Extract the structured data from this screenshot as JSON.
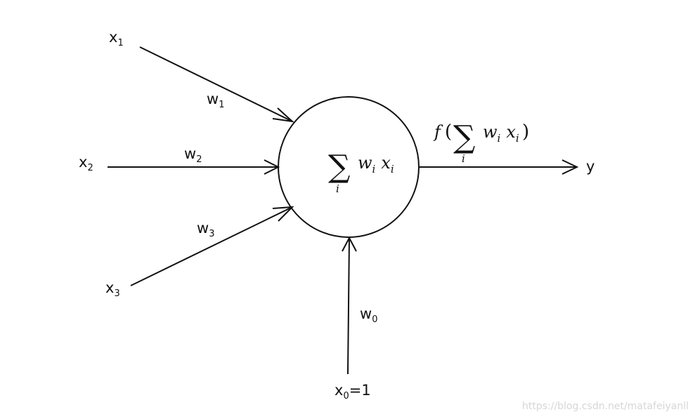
{
  "inputs": {
    "x1": {
      "base": "x",
      "sub": "1"
    },
    "x2": {
      "base": "x",
      "sub": "2"
    },
    "x3": {
      "base": "x",
      "sub": "3"
    },
    "x0": {
      "base": "x",
      "sub": "0",
      "suffix": "=1"
    }
  },
  "weights": {
    "w1": {
      "base": "w",
      "sub": "1"
    },
    "w2": {
      "base": "w",
      "sub": "2"
    },
    "w3": {
      "base": "w",
      "sub": "3"
    },
    "w0": {
      "base": "w",
      "sub": "0"
    }
  },
  "neuron": {
    "sum_symbol": "∑",
    "sum_index": "i",
    "w": "w",
    "w_sub": "i",
    "x": "x",
    "x_sub": "i"
  },
  "activation": {
    "f": "f",
    "open_paren": "(",
    "close_paren": ")",
    "sum_symbol": "∑",
    "sum_index": "i",
    "w": "w",
    "w_sub": "i",
    "x": "x",
    "x_sub": "i"
  },
  "output": {
    "label": "y"
  },
  "watermark": "https://blog.csdn.net/matafeiyanll"
}
